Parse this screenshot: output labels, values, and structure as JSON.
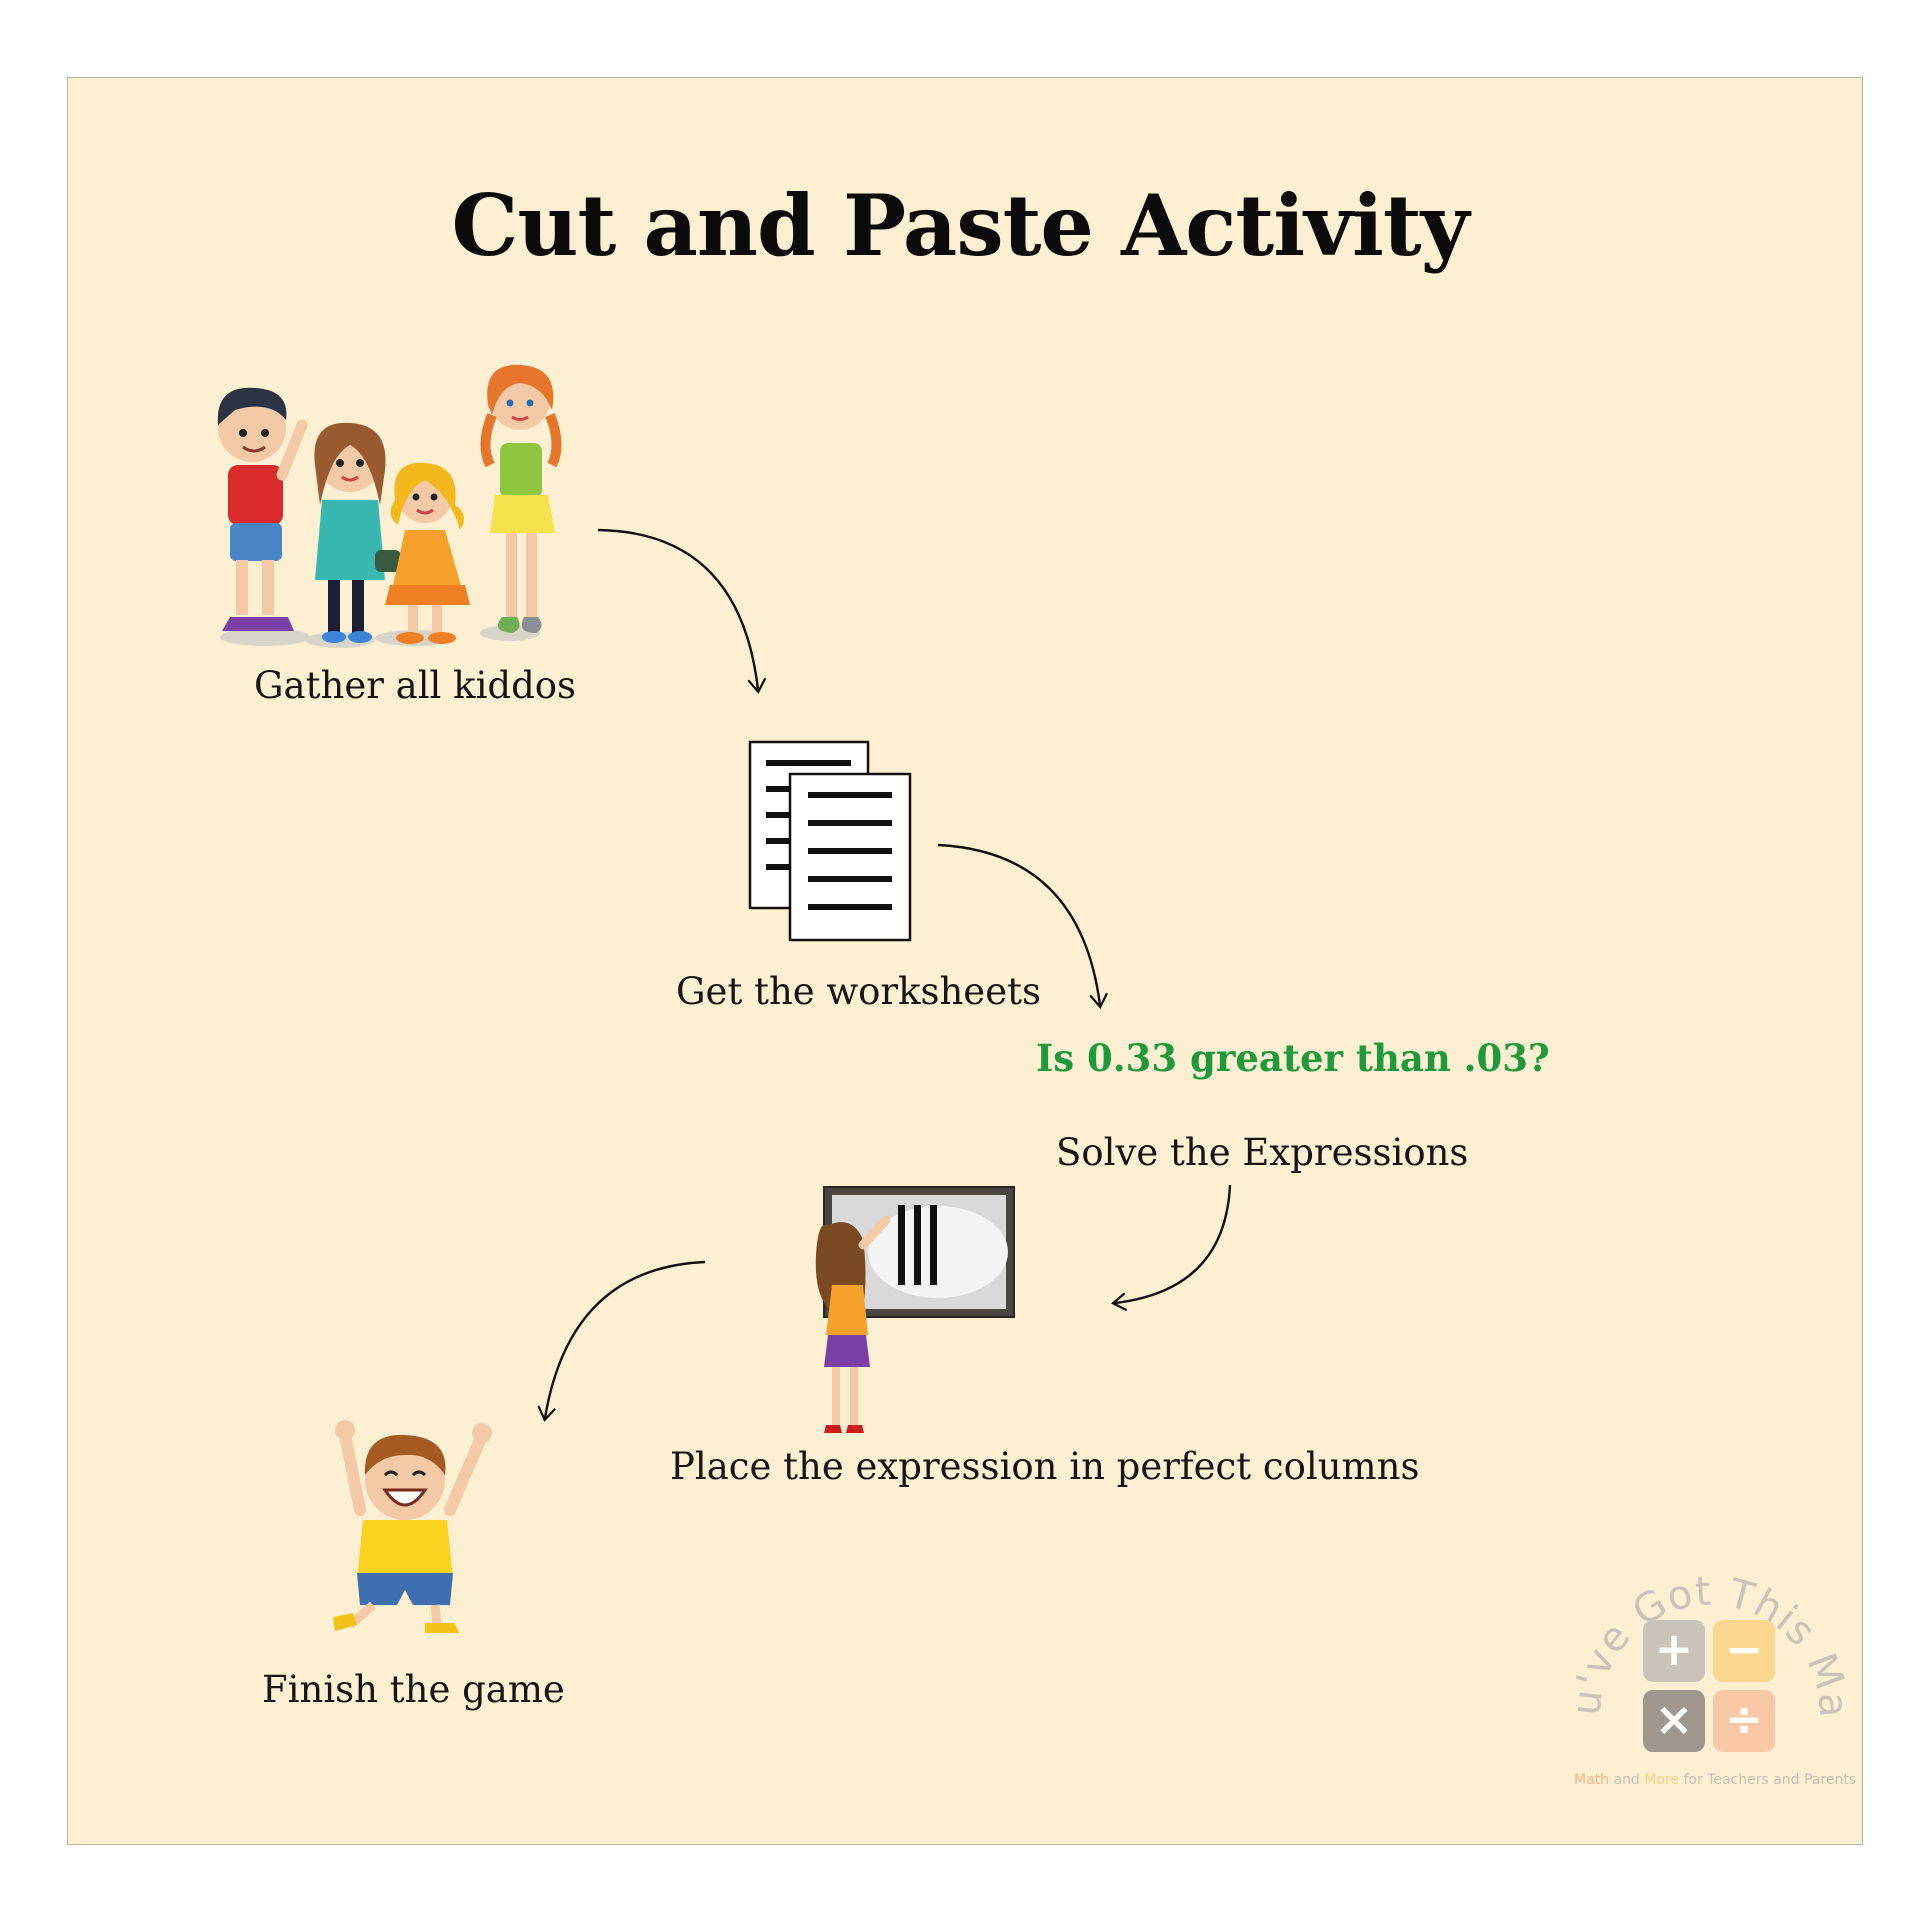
{
  "title": "Cut and Paste Activity",
  "question": {
    "text": "Is 0.33 greater than .03?",
    "color": "#1e9a3c"
  },
  "steps": [
    {
      "label": "Gather all kiddos",
      "icon": "kids-group-illustration"
    },
    {
      "label": "Get the worksheets",
      "icon": "worksheets-icon"
    },
    {
      "label": "Solve the Expressions",
      "icon": "question-text"
    },
    {
      "label": "Place the expression in perfect columns",
      "icon": "girl-at-whiteboard-illustration"
    },
    {
      "label": "Finish the game",
      "icon": "cheering-boy-illustration"
    }
  ],
  "watermark": {
    "brand": "You've Got This Math",
    "tagline_part1": "Math",
    "tagline_part2": "and",
    "tagline_part3": "More",
    "tagline_part4": "for Teachers and Parents",
    "symbols": [
      "+",
      "−",
      "×",
      "÷"
    ],
    "colors": {
      "gray": "#c9c3ba",
      "peach": "#f9c9a6",
      "yellow": "#fbd68f",
      "dark": "#9e9891"
    }
  },
  "colors": {
    "background": "#fdefd2",
    "text": "#151515",
    "arrow": "#111111"
  }
}
